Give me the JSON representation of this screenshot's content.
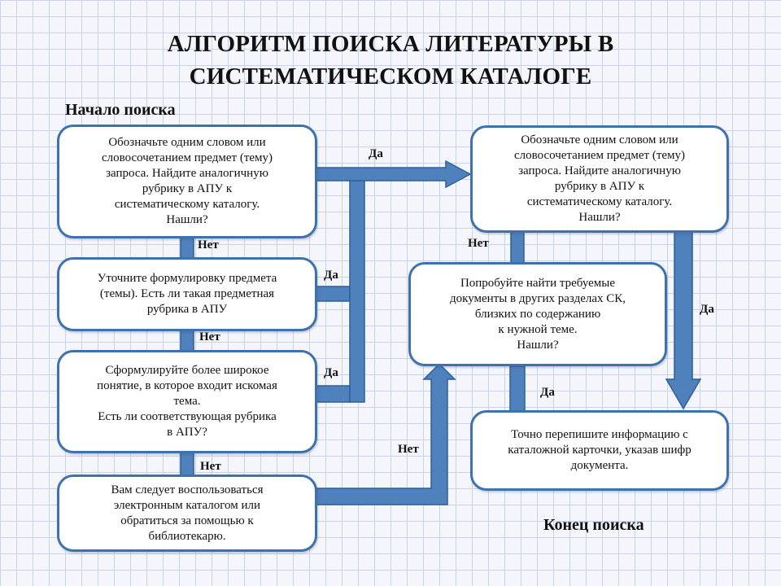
{
  "title": {
    "line1": "АЛГОРИТМ ПОИСКА ЛИТЕРАТУРЫ В",
    "line2": "СИСТЕМАТИЧЕСКОМ КАТАЛОГЕ"
  },
  "start_label": "Начало поиска",
  "end_label": "Конец поиска",
  "boxes": {
    "b1": [
      "Обозначьте одним словом или",
      "словосочетанием предмет (тему)",
      "запроса. Найдите аналогичную",
      "рубрику в АПУ к",
      "систематическому каталогу.",
      "Нашли?"
    ],
    "b2": [
      "Уточните формулировку предмета",
      "(темы). Есть ли такая предметная",
      "рубрика в АПУ"
    ],
    "b3": [
      "Сформулируйте более широкое",
      "понятие, в которое входит искомая",
      "тема.",
      "Есть ли соответствующая рубрика",
      "в АПУ?"
    ],
    "b4": [
      "Вам следует воспользоваться",
      "электронным каталогом или",
      "обратиться за помощью к",
      "библиотекарю."
    ],
    "b5": [
      "Обозначьте одним словом или",
      "словосочетанием предмет (тему)",
      "запроса. Найдите аналогичную",
      "рубрику в АПУ к",
      "систематическому каталогу.",
      "Нашли?"
    ],
    "b6": [
      "Попробуйте найти требуемые",
      "документы в других разделах СК,",
      "близких по содержанию",
      "к нужной теме.",
      "Нашли?"
    ],
    "b7": [
      "Точно перепишите информацию с",
      "каталожной карточки, указав шифр",
      "документа."
    ]
  },
  "labels": {
    "da": "Да",
    "net": "Нет"
  },
  "colors": {
    "arrow_fill": "#4f81bd",
    "arrow_stroke": "#2f5f96",
    "box_border": "#3f72ad"
  }
}
